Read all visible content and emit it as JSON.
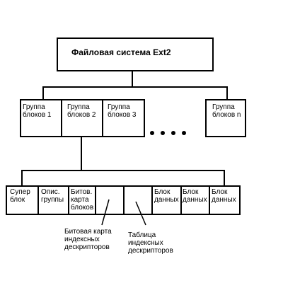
{
  "root": {
    "title": "Файловая система Ext2"
  },
  "groups": [
    "Группа\nблоков 1",
    "Группа\nблоков 2",
    "Группа\nблоков 3",
    "Группа\nблоков n"
  ],
  "blocks": [
    "Супер\nблок",
    "Опис.\nгруппы",
    "Битов.\nкарта\nблоков",
    "",
    "",
    "Блок\nданных",
    "Блок\nданных",
    "Блок\nданных"
  ],
  "notes": {
    "inode_bitmap": "Битовая карта\nиндексных\nдескрипторов",
    "inode_table": "Таблица\nиндексных\nдескрипторов"
  }
}
